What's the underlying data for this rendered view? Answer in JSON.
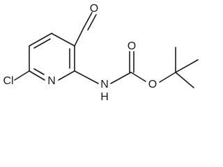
{
  "molecule": {
    "atom_labels": {
      "o_aldehyde": "O",
      "n_ring": "N",
      "cl": "Cl",
      "n_amide": "N",
      "h_amide": "H",
      "o_carbonyl": "O",
      "o_ester": "O"
    },
    "ink_color": "#1a1a1a",
    "background": "#ffffff"
  }
}
